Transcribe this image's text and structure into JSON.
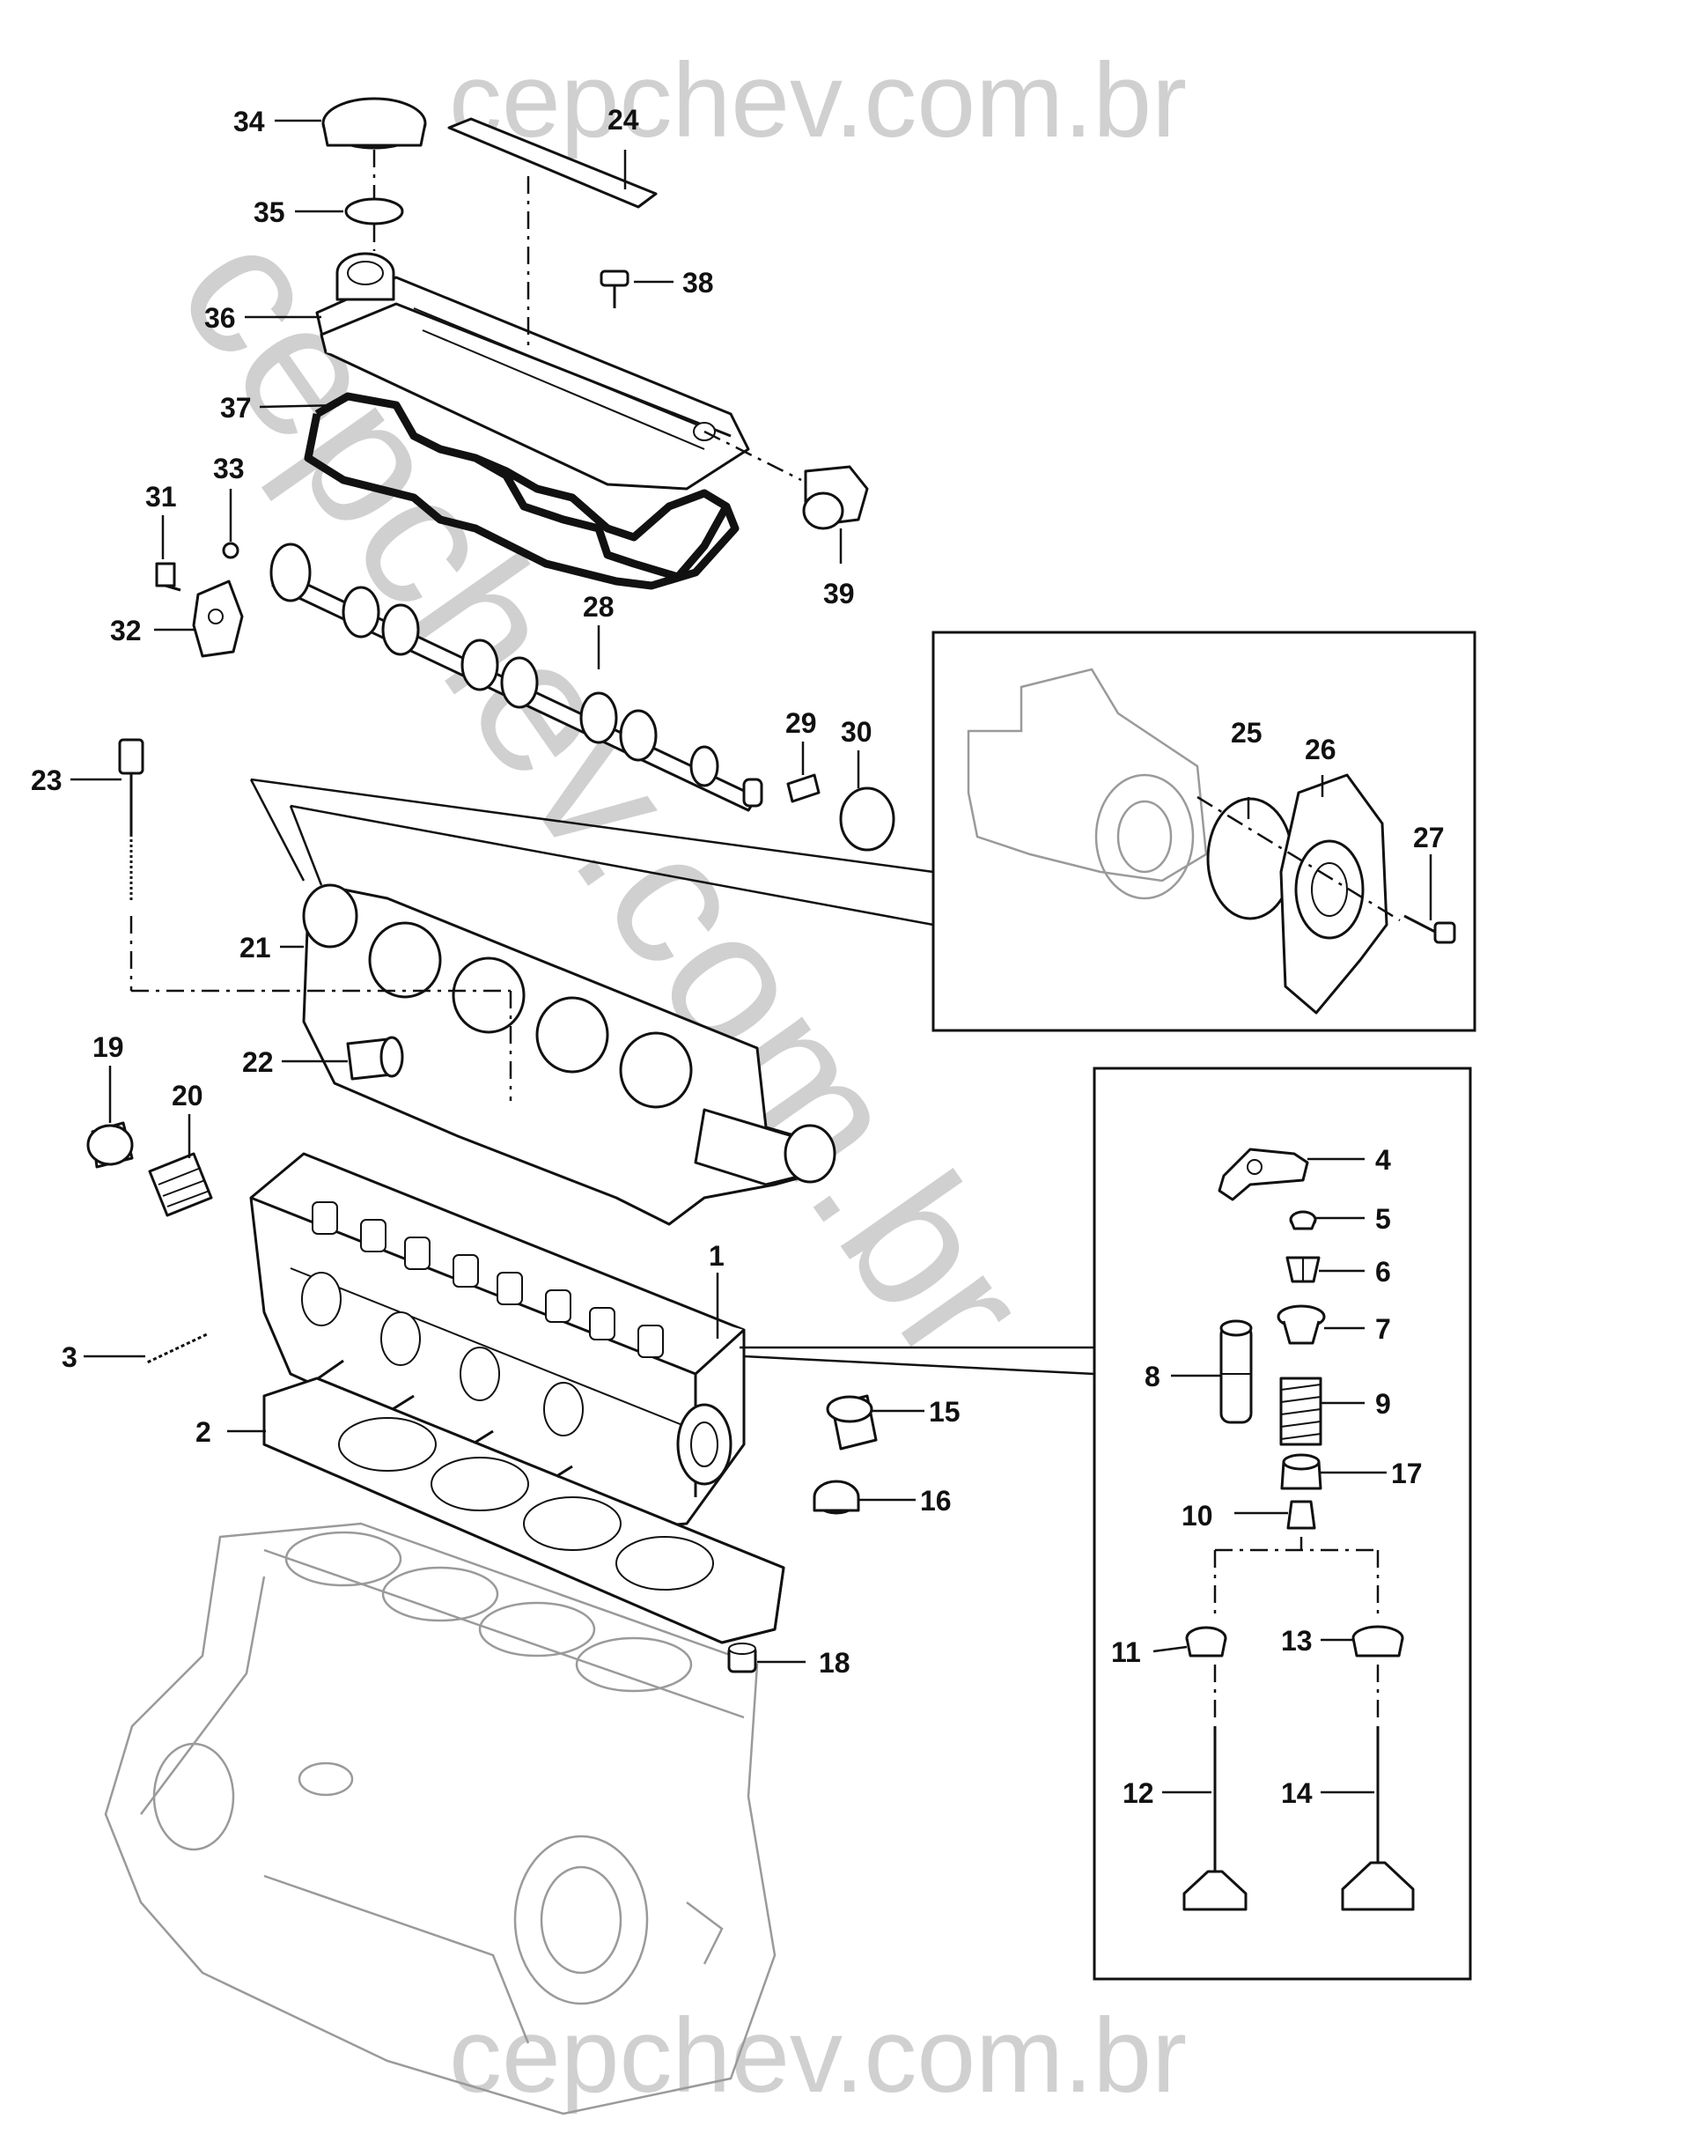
{
  "watermark": {
    "top_text": "cepchev.com.br",
    "diagonal_text": "cepchev.com.br",
    "bottom_text": "cepchev.com.br",
    "color": "#c8c8c8"
  },
  "callouts": {
    "n1": "1",
    "n2": "2",
    "n3": "3",
    "n4": "4",
    "n5": "5",
    "n6": "6",
    "n7": "7",
    "n8": "8",
    "n9": "9",
    "n10": "10",
    "n11": "11",
    "n12": "12",
    "n13": "13",
    "n14": "14",
    "n15": "15",
    "n16": "16",
    "n17": "17",
    "n18": "18",
    "n19": "19",
    "n20": "20",
    "n21": "21",
    "n22": "22",
    "n23": "23",
    "n24": "24",
    "n25": "25",
    "n26": "26",
    "n27": "27",
    "n28": "28",
    "n29": "29",
    "n30": "30",
    "n31": "31",
    "n32": "32",
    "n33": "33",
    "n34": "34",
    "n35": "35",
    "n36": "36",
    "n37": "37",
    "n38": "38",
    "n39": "39"
  }
}
